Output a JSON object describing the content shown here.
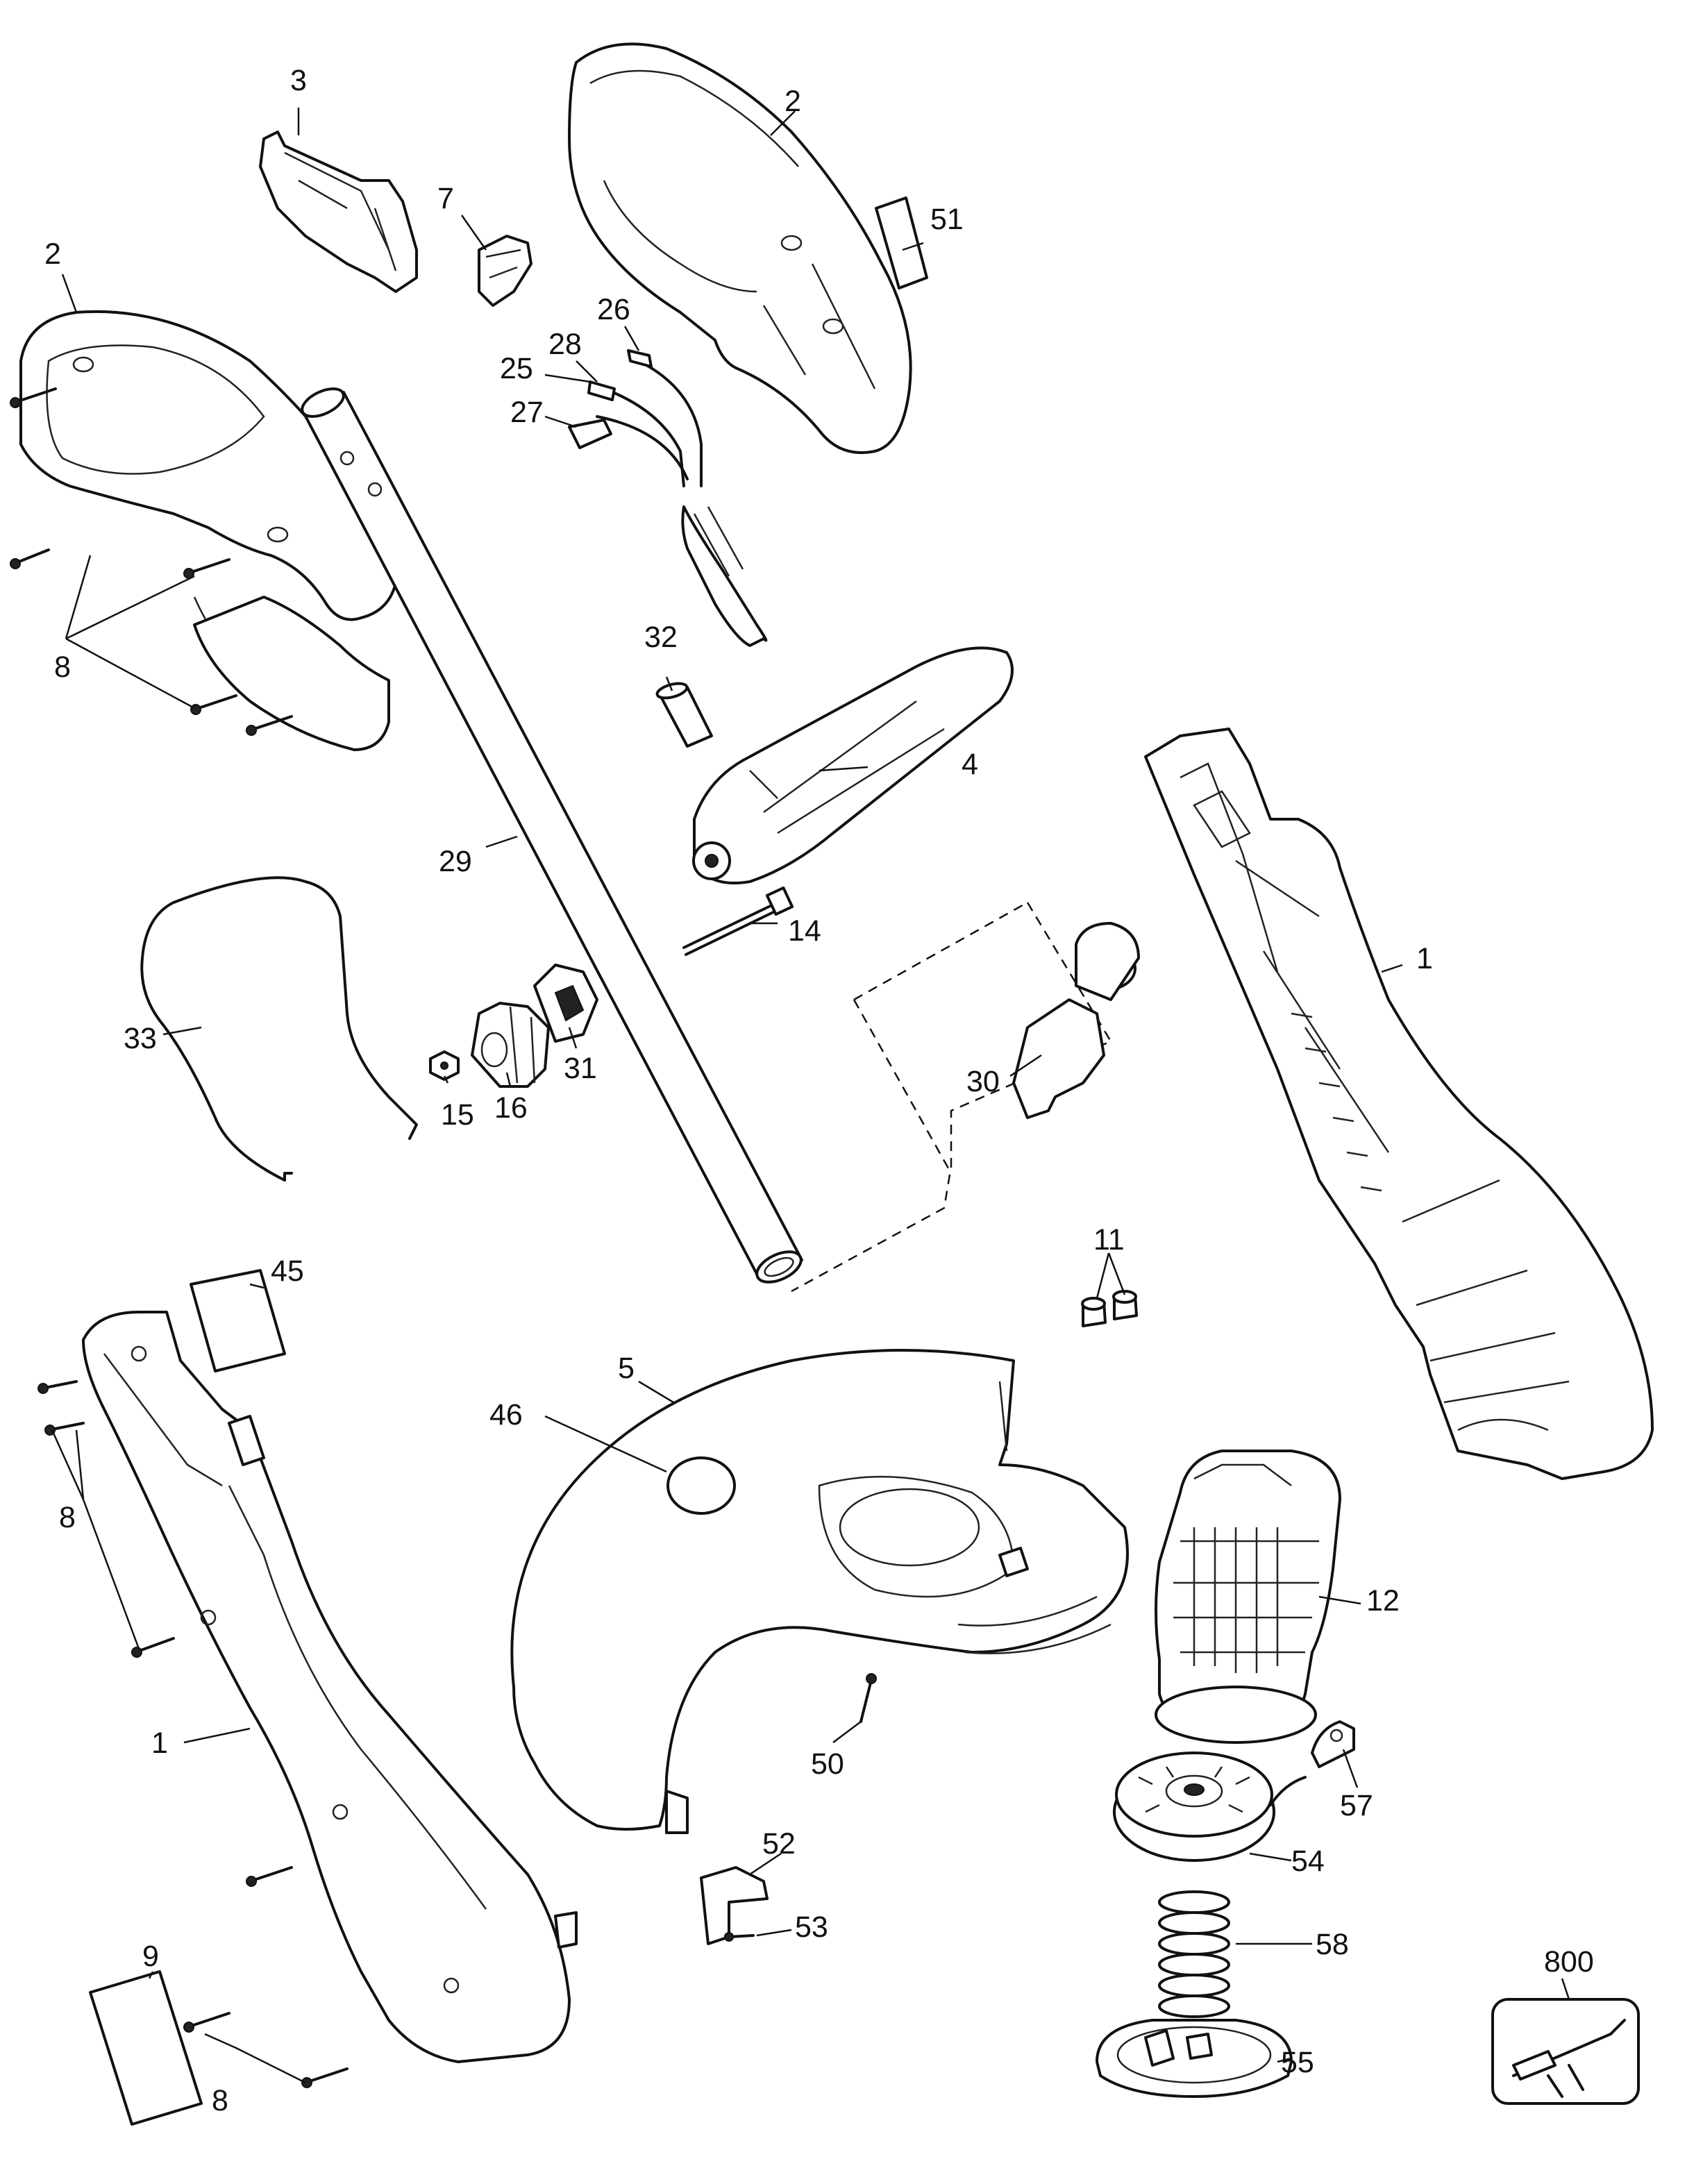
{
  "diagram": {
    "labels": {
      "p1a": "1",
      "p1b": "1",
      "p2a": "2",
      "p2b": "2",
      "p3": "3",
      "p4": "4",
      "p5": "5",
      "p7": "7",
      "p8a": "8",
      "p8b": "8",
      "p8c": "8",
      "p9": "9",
      "p11": "11",
      "p12": "12",
      "p14": "14",
      "p15": "15",
      "p16": "16",
      "p25": "25",
      "p26": "26",
      "p27": "27",
      "p28": "28",
      "p29": "29",
      "p30": "30",
      "p31": "31",
      "p32": "32",
      "p33": "33",
      "p45": "45",
      "p46": "46",
      "p50": "50",
      "p51": "51",
      "p52": "52",
      "p53": "53",
      "p54": "54",
      "p55": "55",
      "p57": "57",
      "p58": "58",
      "p800": "800"
    }
  }
}
